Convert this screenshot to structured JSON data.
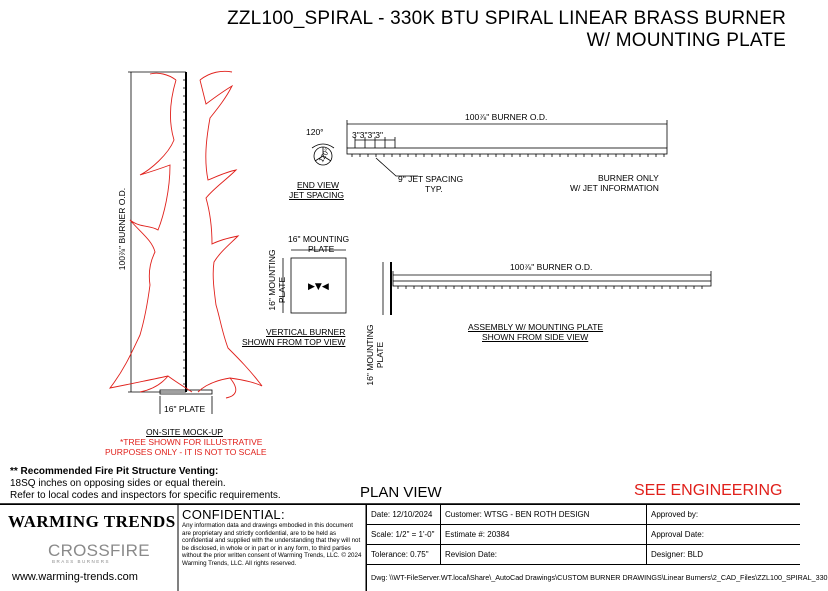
{
  "title": {
    "line1": "ZZL100_SPIRAL - 330K BTU SPIRAL LINEAR BRASS BURNER",
    "line2": "W/ MOUNTING PLATE"
  },
  "labels": {
    "angle_top": "120°",
    "angle_bottom": "120°",
    "end_view_1": "END VIEW",
    "end_view_2": "JET SPACING",
    "spacing_marks": "3\"3\"3\"3\"",
    "burner_od_top": "100⅞\" BURNER O.D.",
    "jet_spacing_1": "9\" JET SPACING",
    "jet_spacing_2": "TYP.",
    "burner_only_1": "BURNER ONLY",
    "burner_only_2": "W/ JET INFORMATION",
    "mounting_plate_top_1": "16\" MOUNTING",
    "mounting_plate_top_2": "PLATE",
    "mounting_plate_side_1": "16\" MOUNTING",
    "mounting_plate_side_2": "PLATE",
    "vertical_burner_1": "VERTICAL BURNER",
    "vertical_burner_2": "SHOWN FROM TOP VIEW",
    "burner_od_assembly": "100⅞\" BURNER O.D.",
    "assembly_1": "ASSEMBLY W/ MOUNTING PLATE",
    "assembly_2": "SHOWN FROM SIDE VIEW",
    "assembly_plate_1": "16\" MOUNTING",
    "assembly_plate_2": "PLATE",
    "tree_burner_od": "100⅞\" BURNER O.D.",
    "tree_plate": "16\" PLATE",
    "on_site": "ON-SITE MOCK-UP",
    "tree_note_1": "*TREE SHOWN FOR ILLUSTRATIVE",
    "tree_note_2": "PURPOSES ONLY - IT IS NOT TO SCALE"
  },
  "venting": {
    "heading": "** Recommended Fire Pit Structure Venting:",
    "line1": "18SQ inches on opposing sides or equal therein.",
    "line2": "Refer to local codes and inspectors for specific requirements."
  },
  "plan_view": "PLAN VIEW",
  "see_engineering": "SEE ENGINEERING",
  "logo": {
    "brand": "WARMING TRENDS",
    "sub_brand": "CROSSFIRE",
    "sub_brand_tag": "BRASS BURNERS",
    "url": "www.warming-trends.com"
  },
  "confidential": {
    "heading": "CONFIDENTIAL:",
    "text": "Any information data and drawings embodied in this document are proprietary and strictly confidential, are to be held as confidential and supplied with the understanding that they will not be disclosed, in whole or in part or in any form, to third parties without the prior written consent of Warming Trends, LLC. © 2024 Warming Trends, LLC. All rights reserved."
  },
  "title_block": {
    "date": "Date: 12/10/2024",
    "customer": "Customer: WTSG - BEN ROTH DESIGN",
    "approved_by": "Approved by:",
    "scale": "Scale: 1/2\" = 1'-0\"",
    "estimate": "Estimate #:  20384",
    "approval_date": "Approval Date:",
    "tolerance": "Tolerance: 0.75\"",
    "revision_date": "Revision Date:",
    "designer": "Designer: BLD",
    "dwg": "Dwg:  \\\\WT-FileServer.WT.local\\Share\\_AutoCad Drawings\\CUSTOM BURNER DRAWINGS\\Linear Burners\\2_CAD_Files\\ZZL100_SPIRAL_330"
  },
  "colors": {
    "tree": "#e0201b",
    "accent": "#f0a050"
  }
}
